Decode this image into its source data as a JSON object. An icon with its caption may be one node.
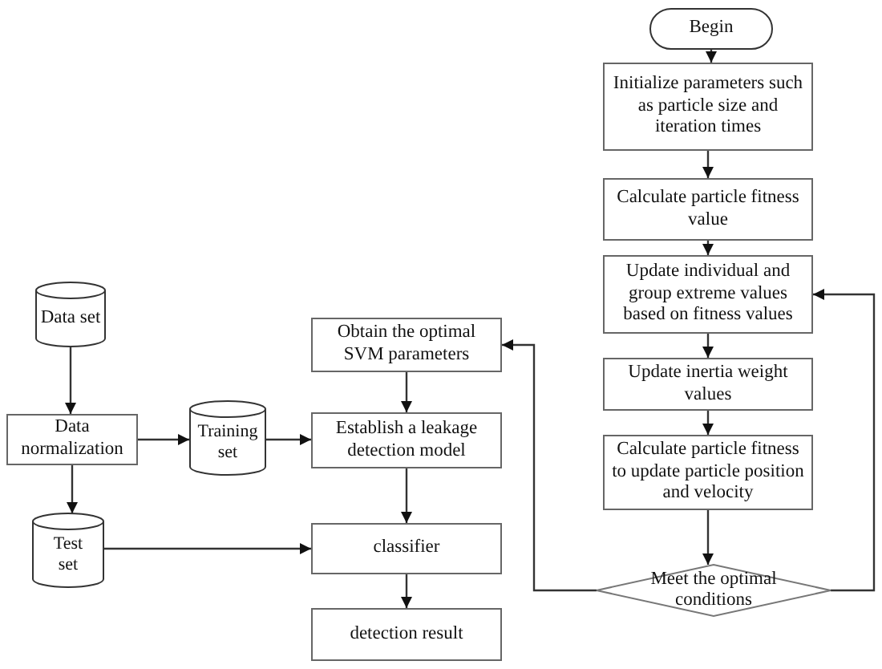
{
  "diagram": {
    "nodes": [
      {
        "text": [
          "Data set"
        ]
      },
      {
        "text": [
          "Data normalization"
        ]
      },
      {
        "text": [
          "Training set"
        ]
      },
      {
        "text": [
          "Test set"
        ]
      },
      {
        "text": [
          "Obtain the optimal SVM parameters"
        ]
      },
      {
        "text": [
          "Establish a leakage detection model"
        ]
      },
      {
        "text": [
          "classifier"
        ]
      },
      {
        "text": [
          "detection result"
        ]
      },
      {
        "text": [
          "Begin"
        ]
      },
      {
        "text": [
          "Initialize parameters such as particle size and iteration times"
        ]
      },
      {
        "text": [
          "Calculate particle fitness value"
        ]
      },
      {
        "text": [
          "Update individual and group extreme values based on fitness values"
        ]
      },
      {
        "text": [
          "Update inertia weight values"
        ]
      },
      {
        "text": [
          "Calculate particle fitness to update particle position and velocity"
        ]
      },
      {
        "text": [
          "Meet the optimal conditions"
        ]
      }
    ],
    "edges": [
      {
        "from": 0,
        "to": 1,
        "arrow": "to"
      },
      {
        "from": 1,
        "to": 2,
        "arrow": "to"
      },
      {
        "from": 2,
        "to": 5,
        "arrow": "to"
      },
      {
        "from": 1,
        "to": 3,
        "arrow": "to"
      },
      {
        "from": 3,
        "to": 6,
        "arrow": "to"
      },
      {
        "from": 4,
        "to": 5,
        "arrow": "to"
      },
      {
        "from": 5,
        "to": 6,
        "arrow": "to"
      },
      {
        "from": 6,
        "to": 7,
        "arrow": "to"
      },
      {
        "from": 8,
        "to": 9,
        "arrow": "to"
      },
      {
        "from": 9,
        "to": 10,
        "arrow": "to"
      },
      {
        "from": 10,
        "to": 11,
        "arrow": "to"
      },
      {
        "from": 11,
        "to": 12,
        "arrow": "to"
      },
      {
        "from": 12,
        "to": 13,
        "arrow": "to"
      },
      {
        "from": 13,
        "to": 14,
        "arrow": "to"
      },
      {
        "from": 14,
        "to": 11,
        "arrow": "to"
      },
      {
        "from": 14,
        "to": 4,
        "arrow": "to"
      }
    ]
  }
}
